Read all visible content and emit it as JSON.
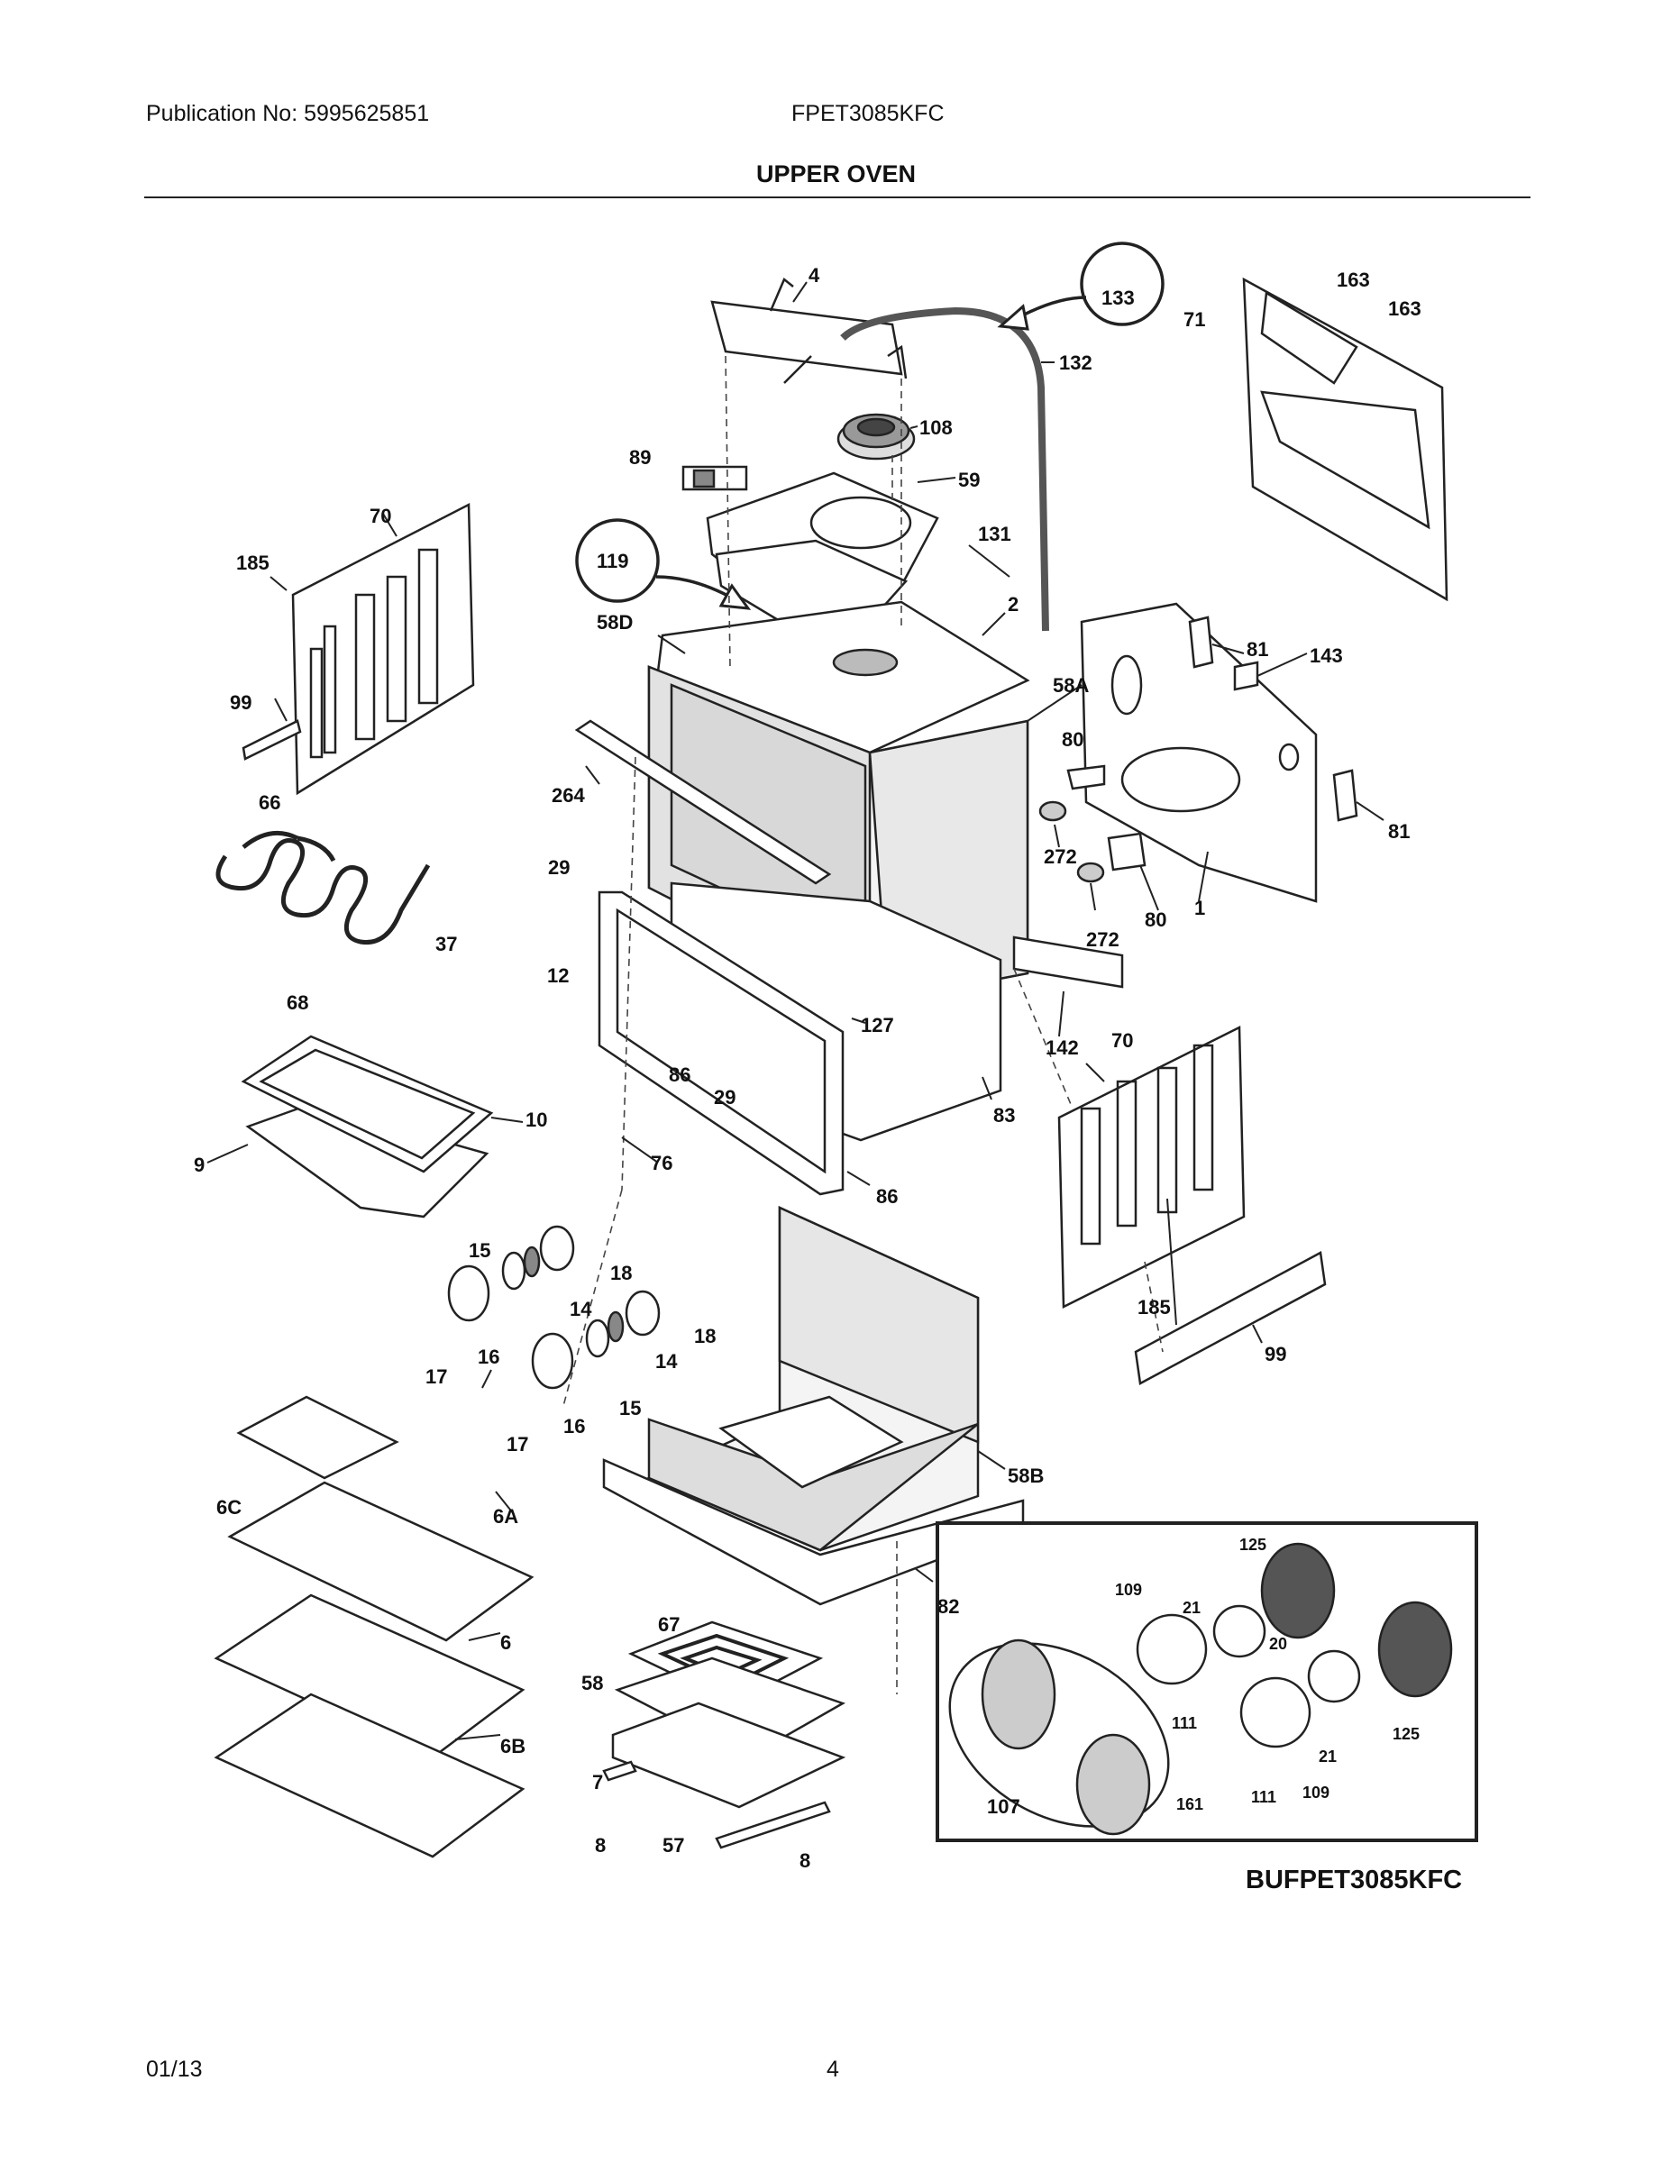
{
  "header": {
    "publication": "Publication No: 5995625851",
    "model": "FPET3085KFC",
    "title": "UPPER OVEN"
  },
  "footer": {
    "date": "01/13",
    "page": "4"
  },
  "inset": {
    "title": "BUFPET3085KFC"
  },
  "labels": {
    "p4": "4",
    "p133": "133",
    "p163a": "163",
    "p163b": "163",
    "p71": "71",
    "p108": "108",
    "p89": "89",
    "p59": "59",
    "p132": "132",
    "p70a": "70",
    "p185a": "185",
    "p119": "119",
    "p131": "131",
    "p2": "2",
    "p58D": "58D",
    "p81a": "81",
    "p143": "143",
    "p99a": "99",
    "p58A": "58A",
    "p80a": "80",
    "p264": "264",
    "p66": "66",
    "p81b": "81",
    "p272a": "272",
    "p29a": "29",
    "p1": "1",
    "p80b": "80",
    "p272b": "272",
    "p37": "37",
    "p12": "12",
    "p68": "68",
    "p127": "127",
    "p142": "142",
    "p70b": "70",
    "p86a": "86",
    "p29b": "29",
    "p10": "10",
    "p83": "83",
    "p76": "76",
    "p9": "9",
    "p86b": "86",
    "p15a": "15",
    "p18a": "18",
    "p14a": "14",
    "p185b": "185",
    "p18b": "18",
    "p16a": "16",
    "p17a": "17",
    "p14b": "14",
    "p99b": "99",
    "p16b": "16",
    "p15b": "15",
    "p17b": "17",
    "p58B": "58B",
    "p6C": "6C",
    "p6A": "6A",
    "p82": "82",
    "p6": "6",
    "p67": "67",
    "p58": "58",
    "p6B": "6B",
    "p7": "7",
    "p8a": "8",
    "p57": "57",
    "p8b": "8",
    "i125a": "125",
    "i109a": "109",
    "i21a": "21",
    "i20": "20",
    "i111a": "111",
    "i125b": "125",
    "i21b": "21",
    "i111b": "111",
    "i109b": "109",
    "i161": "161",
    "i107": "107"
  }
}
